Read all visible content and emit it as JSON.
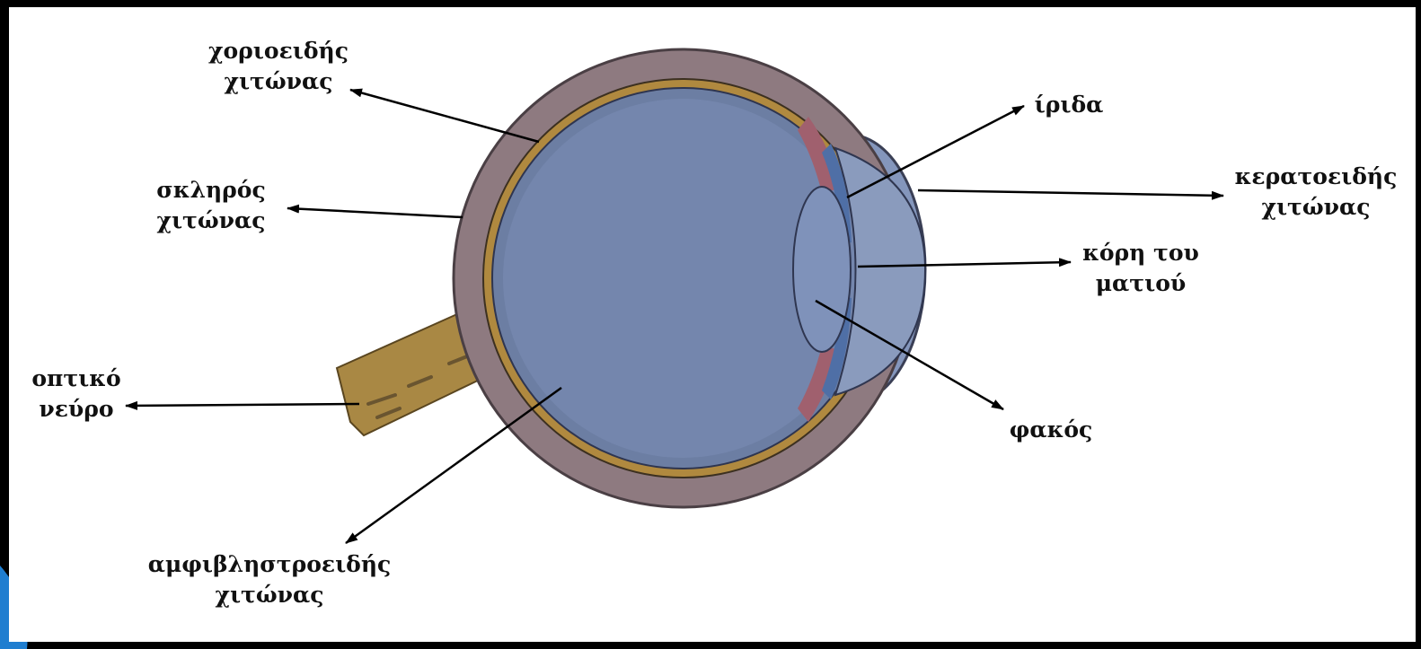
{
  "labels": {
    "choroid": [
      "χοριοειδής",
      "χιτώνας"
    ],
    "sclera": [
      "σκληρός",
      "χιτώνας"
    ],
    "optic_nerve": [
      "οπτικό",
      "νεύρο"
    ],
    "retina": [
      "αμφιβληστροειδής",
      "χιτώνας"
    ],
    "iris": [
      "ίριδα"
    ],
    "cornea": [
      "κερατοειδής",
      "χιτώνας"
    ],
    "pupil": [
      "κόρη του",
      "ματιού"
    ],
    "lens": [
      "φακός"
    ]
  },
  "colors": {
    "sclera": "#8e7a80",
    "choroid": "#b0893f",
    "vitreous": "#7486ad",
    "cornea": "#8a9bbd",
    "iris": "#4f6fa6",
    "ciliary": "#a0606e",
    "nerve": "#a98844"
  }
}
